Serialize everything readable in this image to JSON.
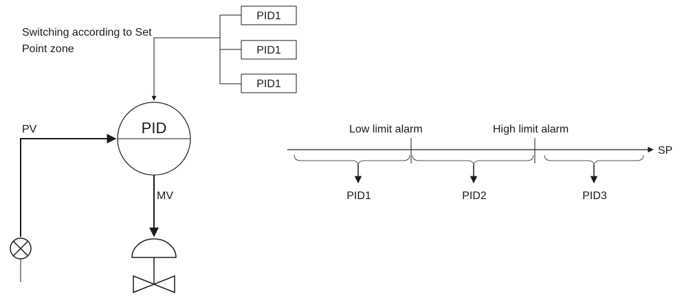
{
  "left_diagram": {
    "switching_label_line1": "Switching according to Set",
    "switching_label_line2": "Point zone",
    "pid_boxes": [
      "PID1",
      "PID1",
      "PID1"
    ],
    "controller_label": "PID",
    "pv_label": "PV",
    "mv_label": "MV",
    "sensor_icon": "crossed-circle-sensor-icon",
    "actuator_icon": "diaphragm-actuator-icon",
    "valve_icon": "control-valve-icon"
  },
  "sp_axis": {
    "axis_label": "SP",
    "low_alarm_label": "Low limit alarm",
    "high_alarm_label": "High limit alarm",
    "zones": [
      "PID1",
      "PID2",
      "PID3"
    ]
  }
}
